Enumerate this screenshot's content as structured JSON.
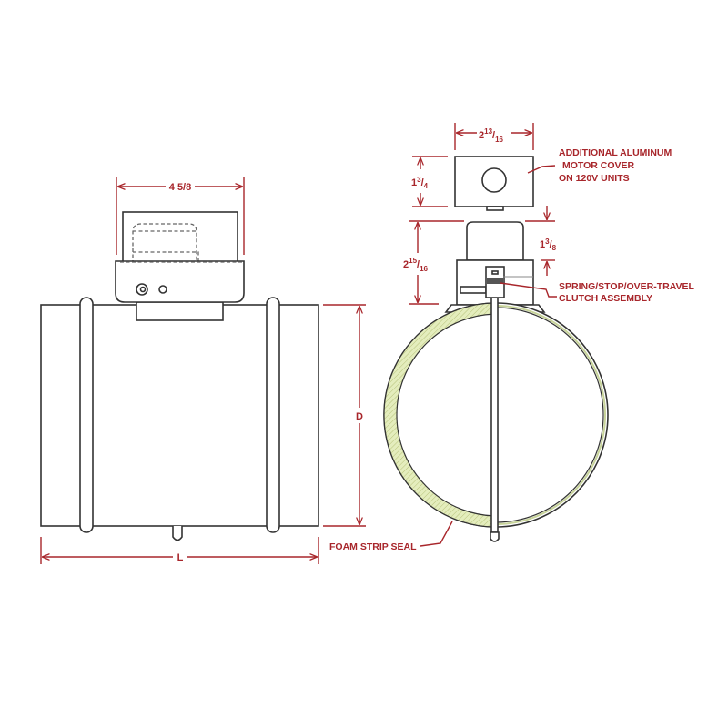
{
  "colors": {
    "annotation": "#a8262b",
    "seal": "#e4edbd",
    "outline": "#333333"
  },
  "left_view": {
    "motor_width": "4 5/8",
    "diameter": "D",
    "length": "L"
  },
  "right_view": {
    "cover_width": {
      "whole": "2",
      "num": "13",
      "den": "16"
    },
    "cover_height": {
      "whole": "1",
      "num": "3",
      "den": "4"
    },
    "motor_height": {
      "whole": "2",
      "num": "15",
      "den": "16"
    },
    "clearance": {
      "whole": "1",
      "num": "3",
      "den": "8"
    },
    "callouts": {
      "cover": [
        "ADDITIONAL ALUMINUM",
        "MOTOR COVER",
        "ON 120V UNITS"
      ],
      "clutch": [
        "SPRING/STOP/OVER-TRAVEL",
        "CLUTCH ASSEMBLY"
      ],
      "seal": "FOAM STRIP SEAL"
    }
  }
}
